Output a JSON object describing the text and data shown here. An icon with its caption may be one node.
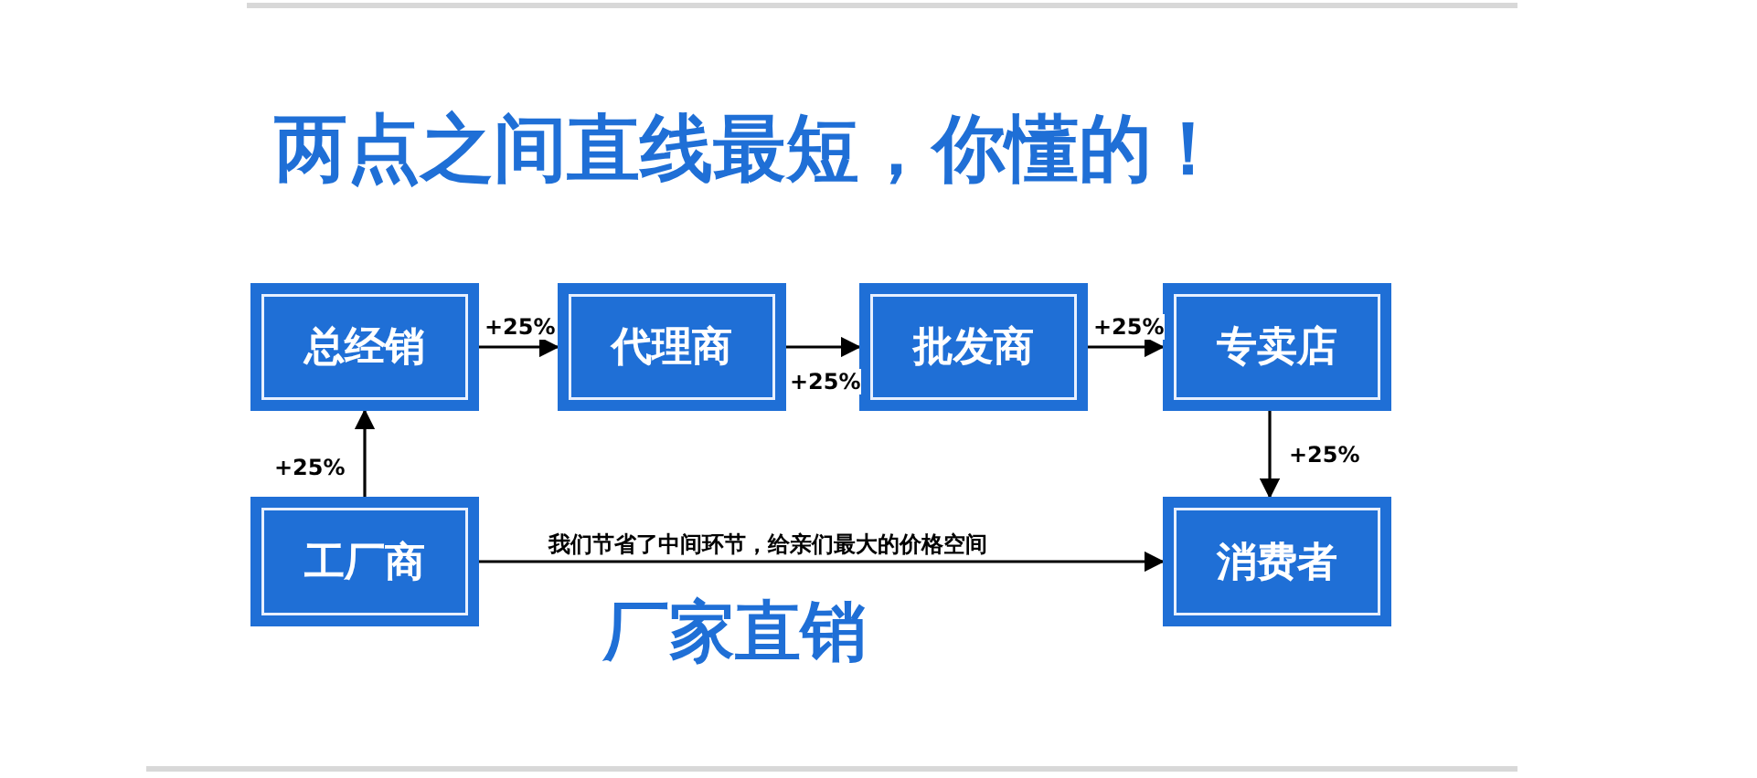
{
  "diagram": {
    "title": "两点之间直线最短，你**懂**的！",
    "nodes": [
      {
        "text": [
          "总经销"
        ]
      },
      {
        "text": [
          "代理商"
        ]
      },
      {
        "text": [
          "批发商"
        ]
      },
      {
        "text": [
          "专卖店"
        ]
      },
      {
        "text": [
          "工厂商"
        ]
      },
      {
        "text": [
          "消费者"
        ]
      }
    ],
    "edges": [
      {
        "from": 4,
        "to": 0,
        "arrow": "to",
        "label": "+25%"
      },
      {
        "from": 0,
        "to": 1,
        "arrow": "to",
        "label": "+25%"
      },
      {
        "from": 1,
        "to": 2,
        "arrow": "to",
        "label": "+25%"
      },
      {
        "from": 2,
        "to": 3,
        "arrow": "to",
        "label": "+25%"
      },
      {
        "from": 3,
        "to": 5,
        "arrow": "to",
        "label": "+25%"
      },
      {
        "from": 4,
        "to": 5,
        "arrow": "to",
        "label": "我们节省了中间环节，给亲们最大的价格空间"
      }
    ],
    "labels": [
      "厂家直销"
    ]
  }
}
